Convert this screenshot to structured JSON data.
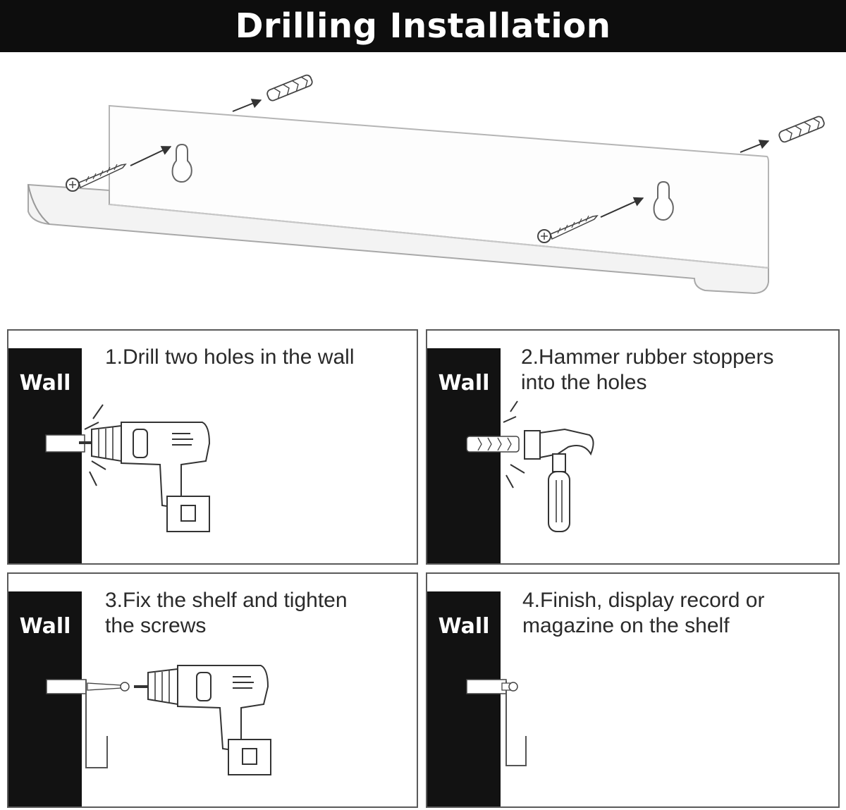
{
  "title": "Drilling Installation",
  "panels": [
    {
      "wall_label": "Wall",
      "text": "1.Drill two holes in the wall"
    },
    {
      "wall_label": "Wall",
      "text": "2.Hammer rubber stoppers\ninto the holes"
    },
    {
      "wall_label": "Wall",
      "text": "3.Fix the shelf and tighten\nthe screws"
    },
    {
      "wall_label": "Wall",
      "text": "4.Finish, display record or\nmagazine on the shelf"
    }
  ]
}
